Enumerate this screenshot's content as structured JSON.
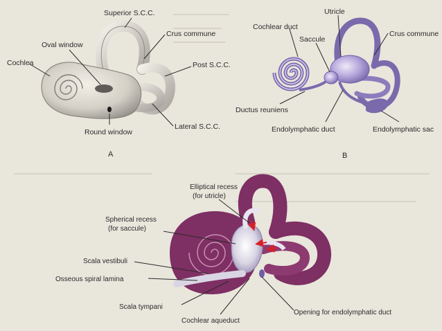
{
  "panel_a": {
    "letter": "A",
    "labels": {
      "superior_scc": "Superior S.C.C.",
      "crus_commune": "Crus commune",
      "oval_window": "Oval window",
      "cochlea": "Cochlea",
      "post_scc": "Post S.C.C.",
      "lateral_scc": "Lateral S.C.C.",
      "round_window": "Round window"
    }
  },
  "panel_b": {
    "letter": "B",
    "labels": {
      "utricle": "Utricle",
      "cochlear_duct": "Cochlear duct",
      "saccule": "Saccule",
      "crus_commune": "Crus commune",
      "ductus_reuniens": "Ductus reuniens",
      "endolymphatic_duct": "Endolymphatic duct",
      "endolymphatic_sac": "Endolymphatic sac"
    }
  },
  "panel_c": {
    "labels": {
      "elliptical_recess_1": "Elliptical recess",
      "elliptical_recess_2": "(for utricle)",
      "spherical_recess_1": "Spherical recess",
      "spherical_recess_2": "(for saccule)",
      "scala_vestibuli": "Scala vestibuli",
      "osseous_spiral_lamina": "Osseous spiral lamina",
      "scala_tympani": "Scala tympani",
      "cochlear_aqueduct": "Cochlear aqueduct",
      "opening_endolymphatic_duct": "Opening for endolymphatic duct"
    }
  },
  "colors": {
    "bone_light": "#dedad0",
    "bone_shadow": "#8f8c87",
    "membrane_purple": "#6f5fa3",
    "membrane_light": "#d8d0ee",
    "osseous_magenta": "#7e2f63",
    "arrow_red": "#d6202a"
  }
}
